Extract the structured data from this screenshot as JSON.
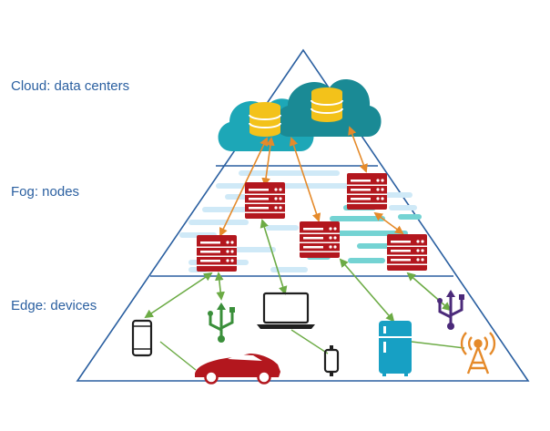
{
  "layers": {
    "cloud": "Cloud: data centers",
    "fog": "Fog: nodes",
    "edge": "Edge: devices"
  },
  "colors": {
    "outline": "#2a5fa0",
    "cloud_left": "#1da7b7",
    "cloud_right": "#1a8a95",
    "database": "#f3c21a",
    "server": "#b3171e",
    "server_stripe": "#ffffff",
    "fog_dash_light": "#cfe9f7",
    "fog_dash_teal": "#74d3d3",
    "arrow_orange": "#e58a2a",
    "arrow_green": "#6cab45",
    "device_dark": "#1f1f1f",
    "device_teal": "#17a0c4",
    "usb_green": "#3a8f3a",
    "usb_purple": "#4b2a7a",
    "car_red": "#b3171e",
    "tower_orange": "#e58a2a"
  },
  "icons": [
    "database-icon",
    "server-icon",
    "smartphone-icon",
    "usb-icon",
    "laptop-icon",
    "car-icon",
    "smartwatch-icon",
    "fridge-icon",
    "radio-tower-icon"
  ]
}
